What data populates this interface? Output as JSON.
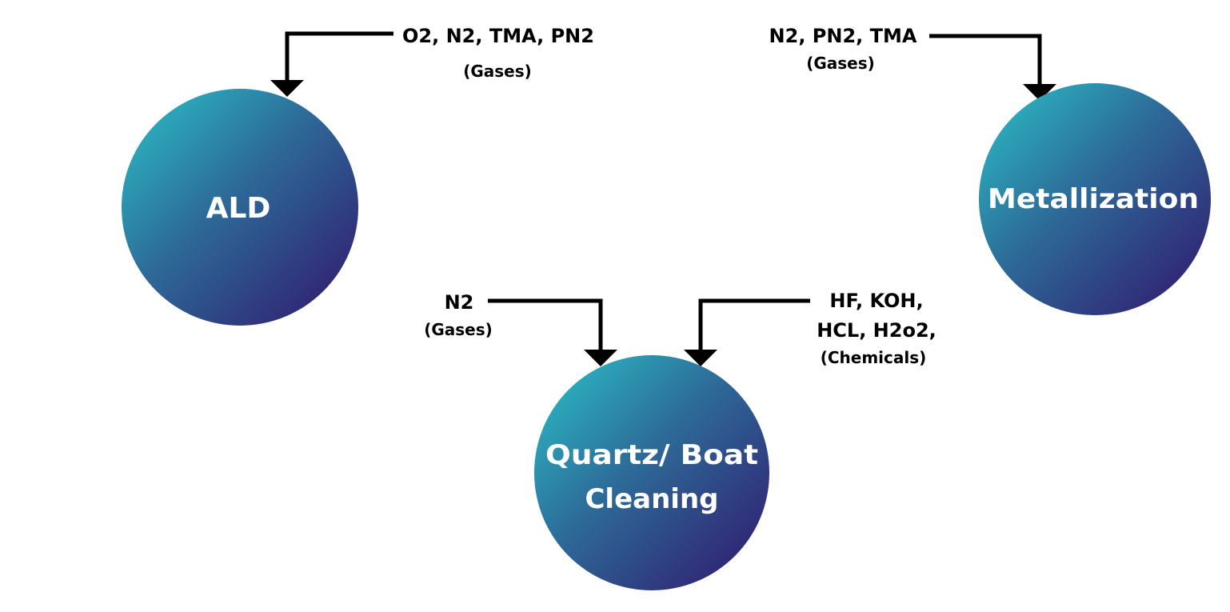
{
  "colors": {
    "circle_gradient_start": "#2bc3c9",
    "circle_gradient_mid": "#2d6a98",
    "circle_gradient_end": "#31146b",
    "label_text": "#ffffff",
    "input_text": "#000000",
    "connector": "#000000"
  },
  "processes": {
    "ald": {
      "label": "ALD",
      "inputs": {
        "line1": "O2, N2, TMA, PN2",
        "line2": "(Gases)"
      }
    },
    "metallization": {
      "label": "Metallization",
      "inputs": {
        "line1": "N2, PN2, TMA",
        "line2": "(Gases)"
      }
    },
    "quartz_boat_cleaning": {
      "label_line1": "Quartz/ Boat",
      "label_line2": "Cleaning",
      "gas_inputs": {
        "line1": "N2",
        "line2": "(Gases)"
      },
      "chemical_inputs": {
        "line1": "HF, KOH,",
        "line2": "HCL, H2o2,",
        "line3": "(Chemicals)"
      }
    }
  }
}
